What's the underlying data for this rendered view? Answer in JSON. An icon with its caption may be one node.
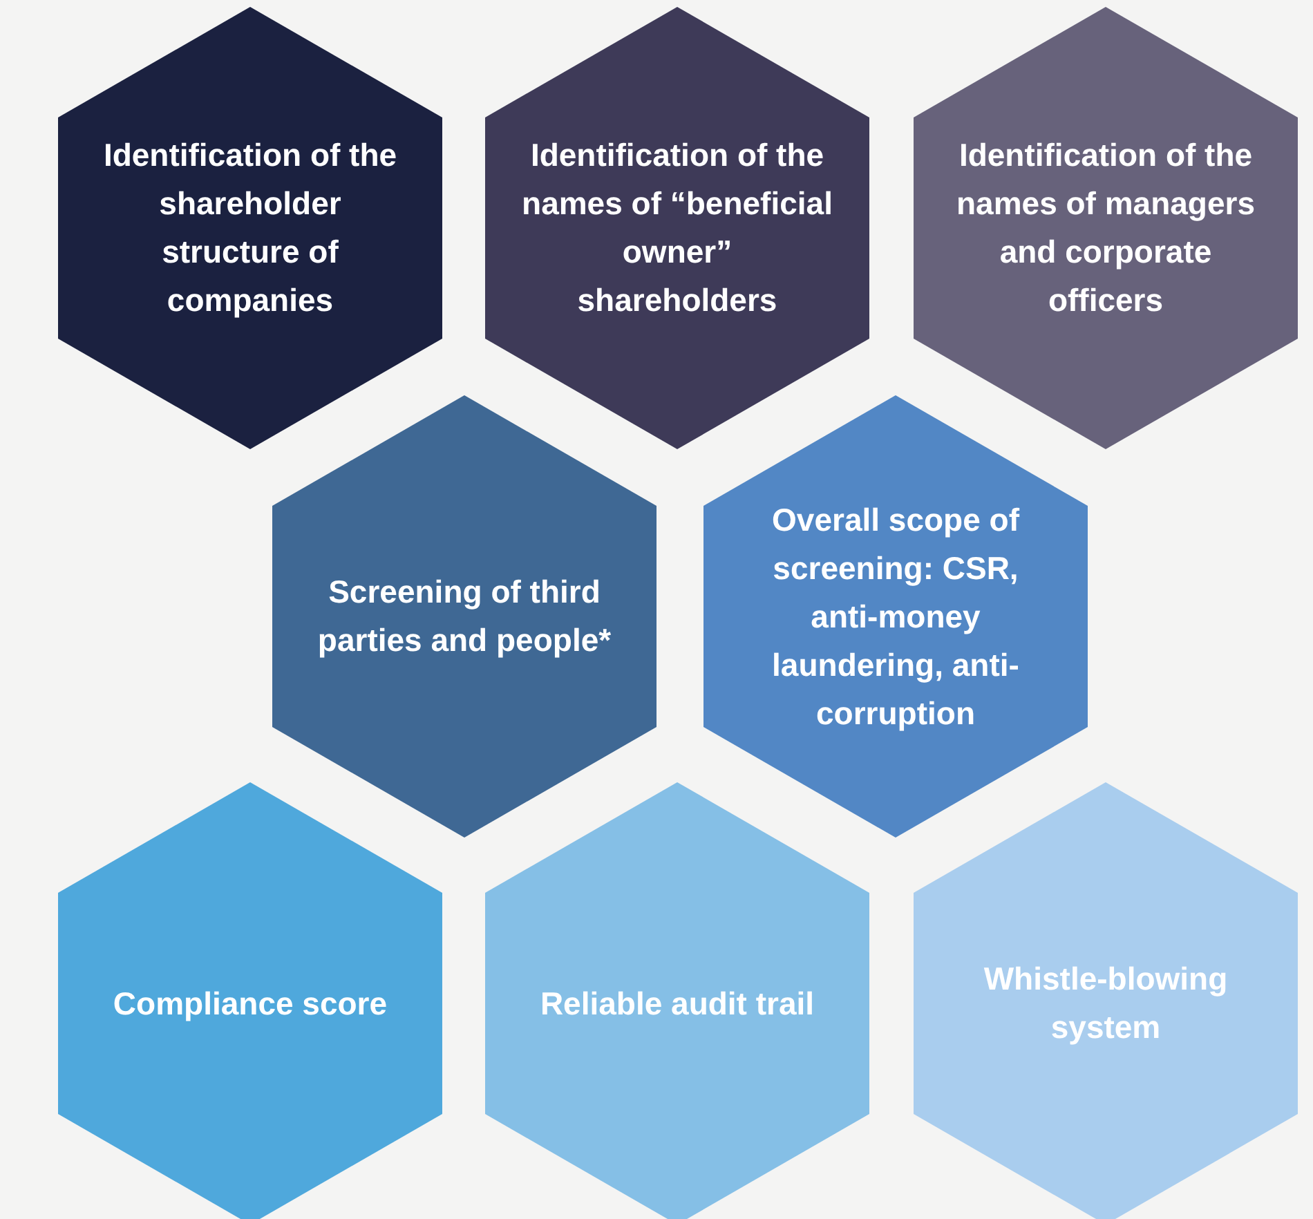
{
  "diagram": {
    "nodes": [
      {
        "text": [
          "Identification of the shareholder structure of companies"
        ]
      },
      {
        "text": [
          "Identification of the names of “beneficial owner” shareholders"
        ]
      },
      {
        "text": [
          "Identification of the names of managers and corporate officers"
        ]
      },
      {
        "text": [
          "Screening of third parties and people*"
        ]
      },
      {
        "text": [
          "Overall scope of screening: CSR, anti-money laundering, anti-corruption"
        ]
      },
      {
        "text": [
          "Compliance score"
        ]
      },
      {
        "text": [
          "Reliable audit trail"
        ]
      },
      {
        "text": [
          "Whistle-blowing system"
        ]
      }
    ]
  }
}
